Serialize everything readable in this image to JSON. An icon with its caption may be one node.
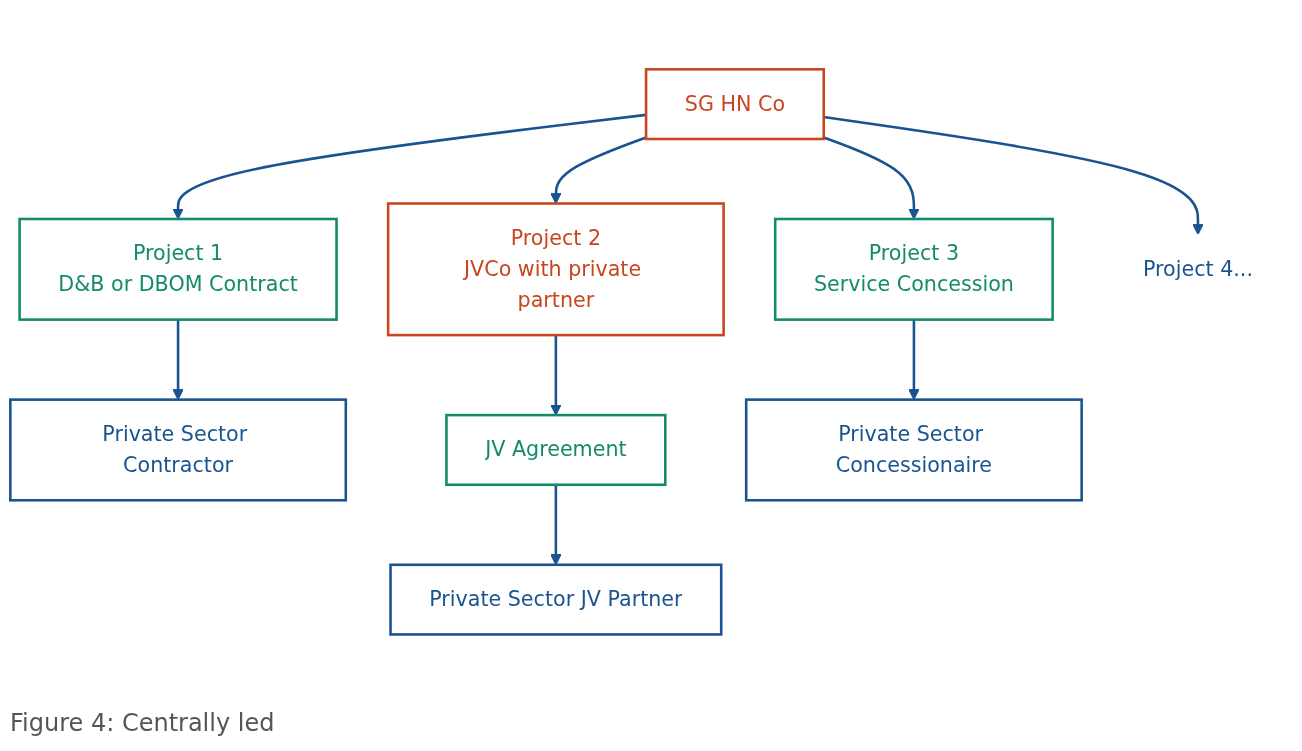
{
  "diagram": {
    "caption": "Figure 4: Centrally led",
    "nodes": [
      {
        "text": [
          "SG HN Co"
        ]
      },
      {
        "text": [
          "Project 1",
          "D&B or DBOM Contract"
        ]
      },
      {
        "text": [
          "Project 2",
          "JVCo with private partner"
        ]
      },
      {
        "text": [
          "Project 3",
          "Service Concession"
        ]
      },
      {
        "text": [
          "Project 4..."
        ]
      },
      {
        "text": [
          "Private Sector Contractor"
        ]
      },
      {
        "text": [
          "JV Agreement"
        ]
      },
      {
        "text": [
          "Private Sector Concessionaire"
        ]
      },
      {
        "text": [
          "Private Sector JV Partner"
        ]
      }
    ],
    "edges": [
      {
        "from": 0,
        "to": 1,
        "arrow": "to"
      },
      {
        "from": 0,
        "to": 2,
        "arrow": "to"
      },
      {
        "from": 0,
        "to": 3,
        "arrow": "to"
      },
      {
        "from": 0,
        "to": 4,
        "arrow": "to"
      },
      {
        "from": 1,
        "to": 5,
        "arrow": "to"
      },
      {
        "from": 2,
        "to": 6,
        "arrow": "to"
      },
      {
        "from": 3,
        "to": 7,
        "arrow": "to"
      },
      {
        "from": 6,
        "to": 8,
        "arrow": "to"
      }
    ]
  }
}
